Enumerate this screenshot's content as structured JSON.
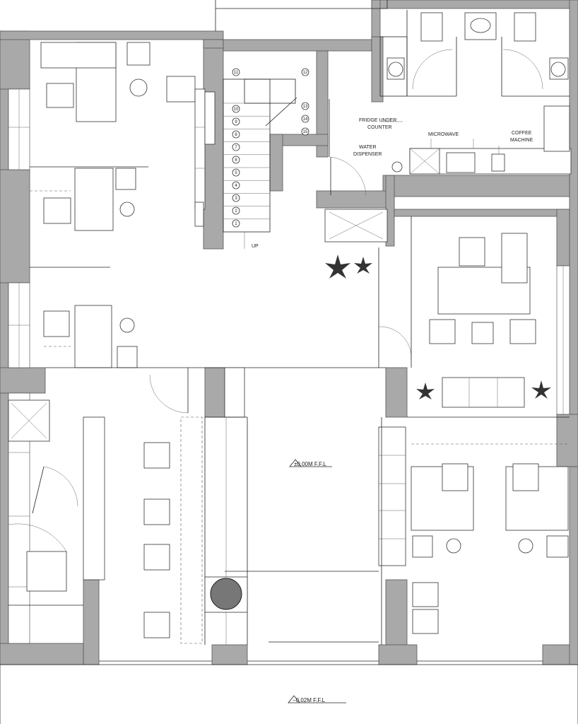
{
  "labels": {
    "fridge_line1": "FRIDGE UNDER",
    "fridge_line2": "COUNTER",
    "microwave": "MICROWAVE",
    "coffee_line1": "COFFEE",
    "coffee_line2": "MACHINE",
    "water_line1": "WATER",
    "water_line2": "DISPENSER",
    "up": "UP"
  },
  "levels": {
    "main_floor": "±0.00M  F.F.L",
    "lower_floor": "−0.02M  F.F.L"
  },
  "stair_steps_left": [
    "11",
    "10",
    "9",
    "8",
    "7",
    "6",
    "5",
    "4",
    "3",
    "2",
    "1"
  ],
  "stair_steps_right": [
    "12",
    "13",
    "14",
    "15"
  ],
  "colors": {
    "wall": "#a9a9a9",
    "line": "#222222"
  }
}
